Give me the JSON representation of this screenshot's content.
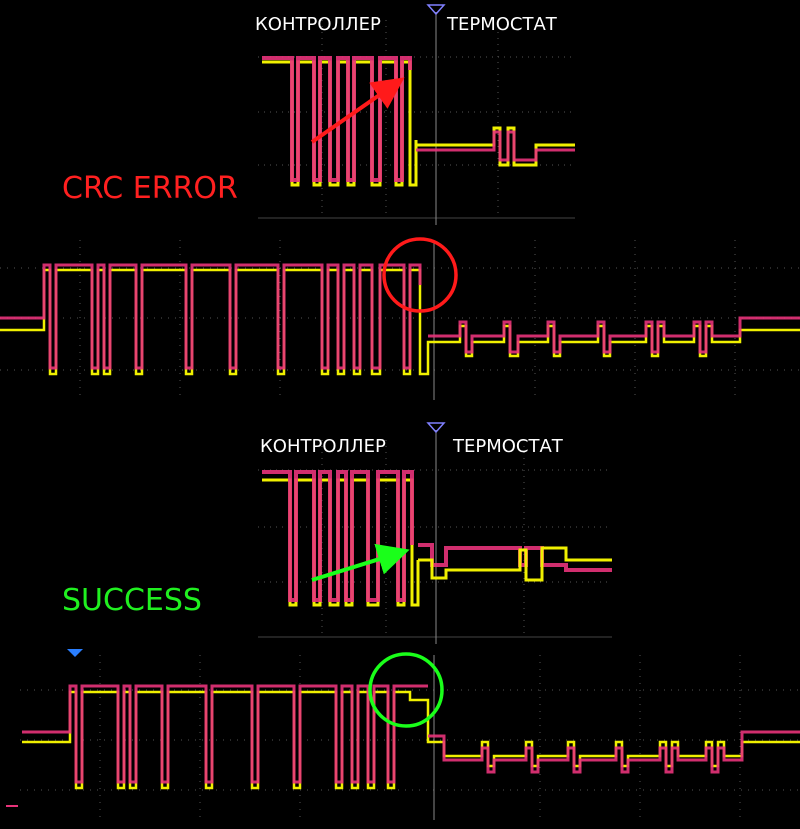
{
  "panels": [
    {
      "label_left": "КОНТРОЛЛЕР",
      "label_right": "ТЕРМОСТАТ",
      "status": "CRC ERROR",
      "status_color": "#ff2020"
    },
    {
      "label_left": "КОНТРОЛЛЕР",
      "label_right": "ТЕРМОСТАТ",
      "status": "SUCCESS",
      "status_color": "#20f020"
    }
  ],
  "colors": {
    "background": "#000000",
    "trace_yellow": "#f0f000",
    "trace_magenta": "#e8337a",
    "grid": "#666666",
    "trigger_marker": "#8080ff",
    "ref_marker": "#2a7fff"
  }
}
